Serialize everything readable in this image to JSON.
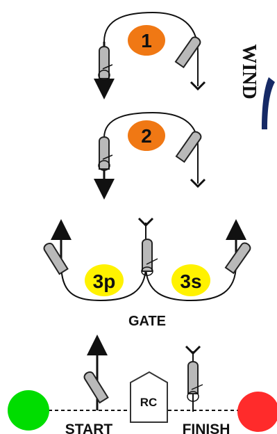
{
  "diagram": {
    "wind_label": "WIND",
    "marks": {
      "mark_1": "1",
      "mark_2": "2",
      "mark_3p": "3p",
      "mark_3s": "3s",
      "committee_boat": "RC"
    },
    "labels": {
      "gate": "GATE",
      "start": "START",
      "finish": "FINISH"
    },
    "colors": {
      "orange_mark": "#f07814",
      "yellow_mark": "#fff200",
      "start_pin": "#00dd00",
      "finish_pin": "#ff2b2b",
      "boat": "#b8b8b8",
      "line": "#111111"
    }
  }
}
